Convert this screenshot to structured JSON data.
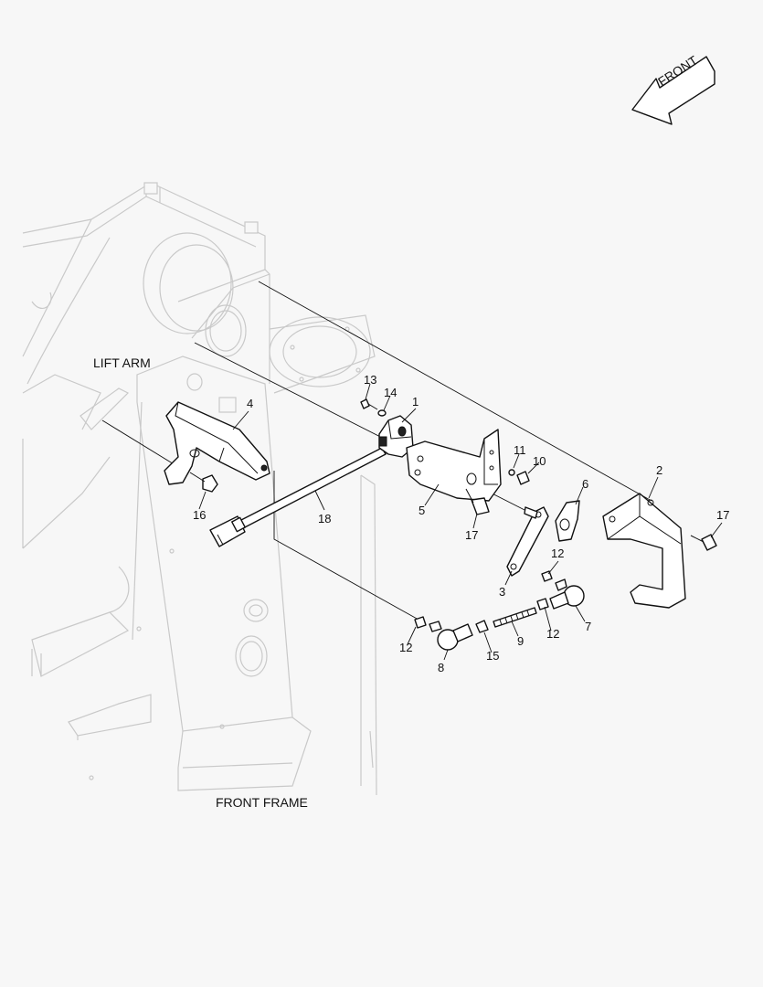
{
  "front_arrow_label": "FRONT",
  "labels": {
    "lift_arm": "LIFT ARM",
    "front_frame": "FRONT FRAME"
  },
  "callouts": {
    "c1": "1",
    "c2": "2",
    "c3": "3",
    "c4": "4",
    "c5": "5",
    "c6": "6",
    "c7": "7",
    "c8": "8",
    "c9": "9",
    "c10": "10",
    "c11": "11",
    "c12a": "12",
    "c12b": "12",
    "c12c": "12",
    "c13": "13",
    "c14": "14",
    "c15": "15",
    "c16": "16",
    "c17a": "17",
    "c17b": "17",
    "c18": "18"
  }
}
